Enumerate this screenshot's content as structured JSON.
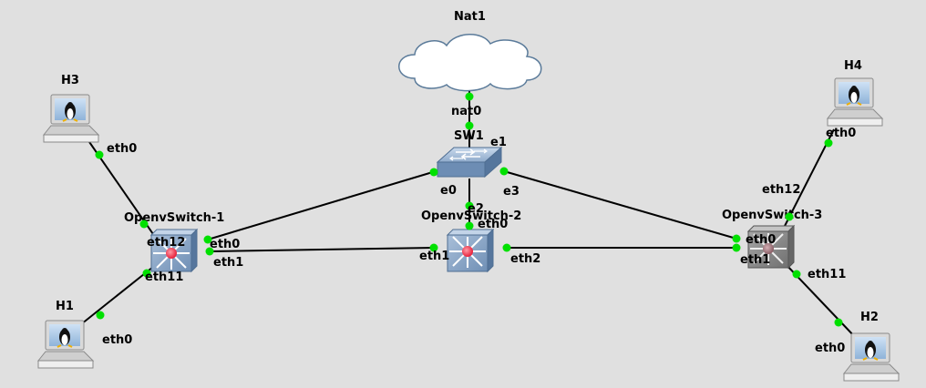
{
  "nodes": {
    "nat1": {
      "name": "Nat1"
    },
    "sw1": {
      "name": "SW1"
    },
    "ovs1": {
      "name": "OpenvSwitch-1"
    },
    "ovs2": {
      "name": "OpenvSwitch-2"
    },
    "ovs3": {
      "name": "OpenvSwitch-3"
    },
    "h1": {
      "name": "H1"
    },
    "h2": {
      "name": "H2"
    },
    "h3": {
      "name": "H3"
    },
    "h4": {
      "name": "H4"
    }
  },
  "ports": {
    "nat_nat0": "nat0",
    "sw_e0": "e0",
    "sw_e1": "e1",
    "sw_e2": "e2",
    "sw_e3": "e3",
    "ovs1_eth0": "eth0",
    "ovs1_eth1": "eth1",
    "ovs1_eth11": "eth11",
    "ovs1_eth12": "eth12",
    "ovs2_eth0": "eth0",
    "ovs2_eth1": "eth1",
    "ovs2_eth2": "eth2",
    "ovs3_eth0": "eth0",
    "ovs3_eth1": "eth1",
    "ovs3_eth11": "eth11",
    "ovs3_eth12": "eth12",
    "h1_eth0": "eth0",
    "h2_eth0": "eth0",
    "h3_eth0": "eth0",
    "h4_eth0": "eth0"
  },
  "colors": {
    "background": "#e0e0e0",
    "link": "#000000",
    "port_dot": "#00e000",
    "switch_body": "#7f9cbf",
    "ovs3_body": "#8a8a8a",
    "ovs_center_active": "#ff3b4f",
    "ovs_center_inactive": "#a07078",
    "cloud": "#ffffff"
  }
}
